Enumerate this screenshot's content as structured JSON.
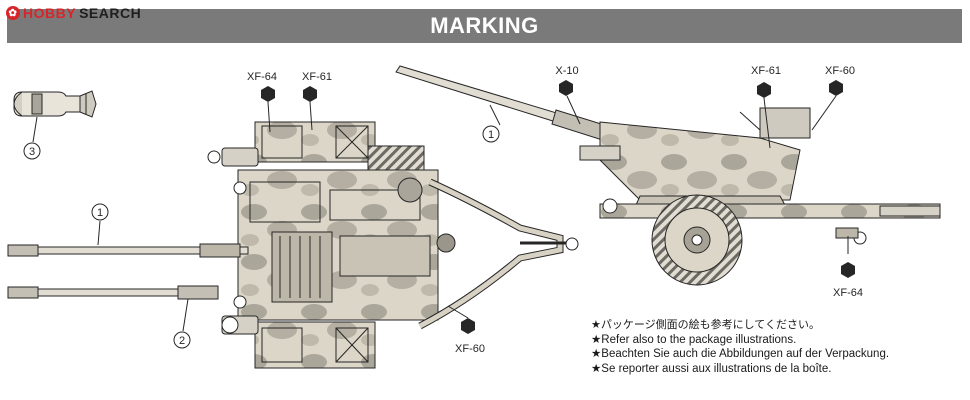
{
  "watermark": {
    "brand_part1": "HOBBY",
    "brand_part2": "SEARCH"
  },
  "banner": {
    "title": "MARKING"
  },
  "colors": {
    "banner_bg": "#7a7a7a",
    "line": "#262626",
    "camo_light": "#cfc9bb",
    "camo_dark": "#8f8a80",
    "brand_red": "#d7262b"
  },
  "callouts": {
    "xf64_top": "XF-64",
    "xf61_top": "XF-61",
    "xf60_top_view": "XF-60",
    "x10": "X-10",
    "xf61_side": "XF-61",
    "xf60_side": "XF-60",
    "xf64_side": "XF-64"
  },
  "part_numbers": {
    "shell": "3",
    "barrel_top_view": "1",
    "barrel_short": "2",
    "barrel_side_view": "1"
  },
  "notes": [
    "★パッケージ側面の絵も参考にしてください。",
    "★Refer also to the package illustrations.",
    "★Beachten Sie auch die Abbildungen auf der Verpackung.",
    "★Se reporter aussi aux illustrations de la boîte."
  ]
}
